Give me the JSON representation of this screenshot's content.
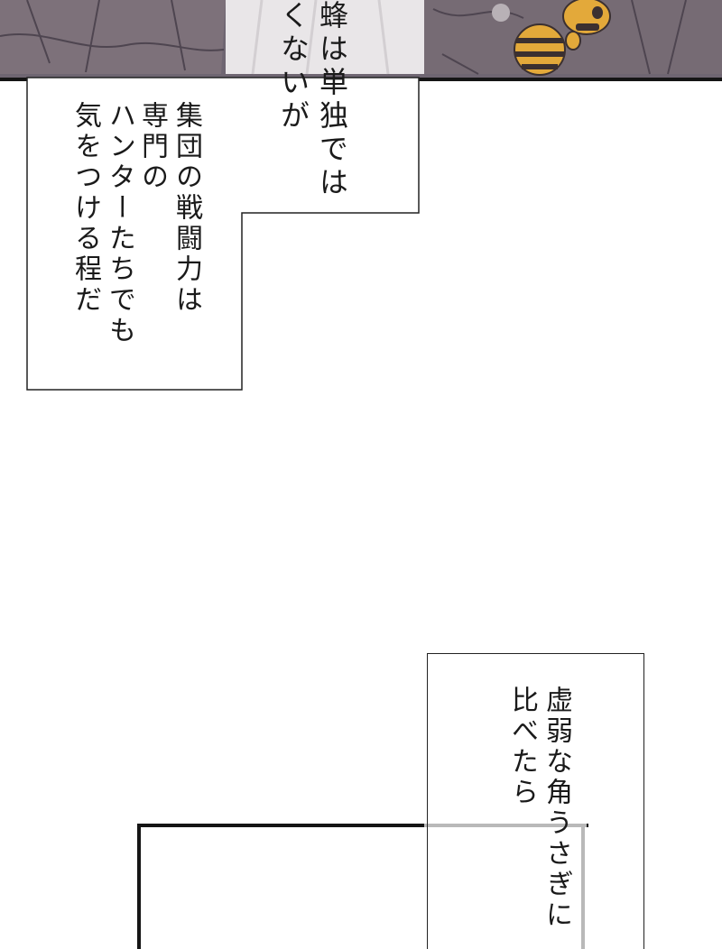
{
  "captions": {
    "top": {
      "line1": "蜂は単独では",
      "line2": "くないが"
    },
    "middle": {
      "line1": "集団の戦闘力は",
      "line2": "専門の",
      "line3": "ハンターたちでも",
      "line4": "気をつける程だ"
    },
    "bottom": {
      "line1": "虚弱な角うさぎに",
      "line2": "比べたら"
    }
  },
  "colors": {
    "art_background": "#6f6672",
    "art_rock": "#8b7f88",
    "border": "#151515",
    "bee_yellow": "#e3a93a",
    "bee_dark": "#3b3030"
  },
  "icons": {
    "creature": "bee-creature-icon"
  }
}
